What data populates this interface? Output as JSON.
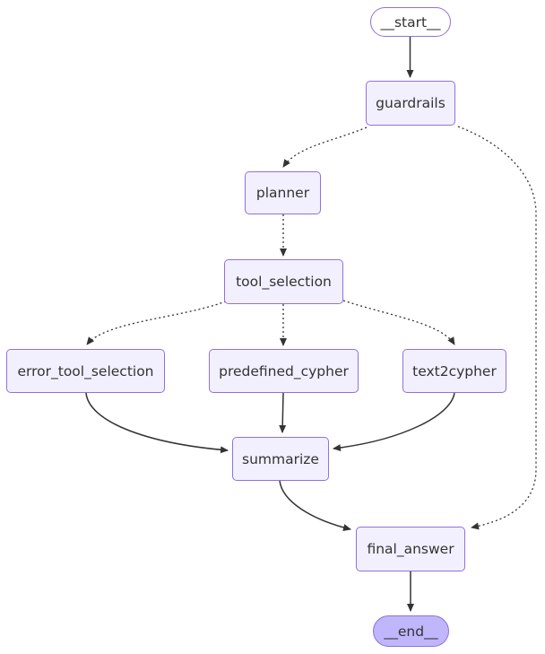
{
  "diagram": {
    "type": "flowchart",
    "direction": "top-down",
    "nodes": [
      {
        "id": "__start__",
        "label": "__start__",
        "shape": "stadium"
      },
      {
        "id": "guardrails",
        "label": "guardrails",
        "shape": "rect"
      },
      {
        "id": "planner",
        "label": "planner",
        "shape": "rect"
      },
      {
        "id": "tool_selection",
        "label": "tool_selection",
        "shape": "rect"
      },
      {
        "id": "error_tool_selection",
        "label": "error_tool_selection",
        "shape": "rect"
      },
      {
        "id": "predefined_cypher",
        "label": "predefined_cypher",
        "shape": "rect"
      },
      {
        "id": "text2cypher",
        "label": "text2cypher",
        "shape": "rect"
      },
      {
        "id": "summarize",
        "label": "summarize",
        "shape": "rect"
      },
      {
        "id": "final_answer",
        "label": "final_answer",
        "shape": "rect"
      },
      {
        "id": "__end__",
        "label": "__end__",
        "shape": "stadium"
      }
    ],
    "edges": [
      {
        "from": "__start__",
        "to": "guardrails",
        "style": "solid"
      },
      {
        "from": "guardrails",
        "to": "planner",
        "style": "dotted"
      },
      {
        "from": "guardrails",
        "to": "final_answer",
        "style": "dotted"
      },
      {
        "from": "planner",
        "to": "tool_selection",
        "style": "dotted"
      },
      {
        "from": "tool_selection",
        "to": "error_tool_selection",
        "style": "dotted"
      },
      {
        "from": "tool_selection",
        "to": "predefined_cypher",
        "style": "dotted"
      },
      {
        "from": "tool_selection",
        "to": "text2cypher",
        "style": "dotted"
      },
      {
        "from": "error_tool_selection",
        "to": "summarize",
        "style": "solid"
      },
      {
        "from": "predefined_cypher",
        "to": "summarize",
        "style": "solid"
      },
      {
        "from": "text2cypher",
        "to": "summarize",
        "style": "solid"
      },
      {
        "from": "summarize",
        "to": "final_answer",
        "style": "solid"
      },
      {
        "from": "final_answer",
        "to": "__end__",
        "style": "solid"
      }
    ],
    "colors": {
      "background": "#ffffff",
      "node_fill": "#f2f0ff",
      "node_border": "#9370DB",
      "start_fill": "#ffffff",
      "end_fill": "#bfb6fc",
      "edge": "#333333",
      "text": "#333333"
    }
  }
}
